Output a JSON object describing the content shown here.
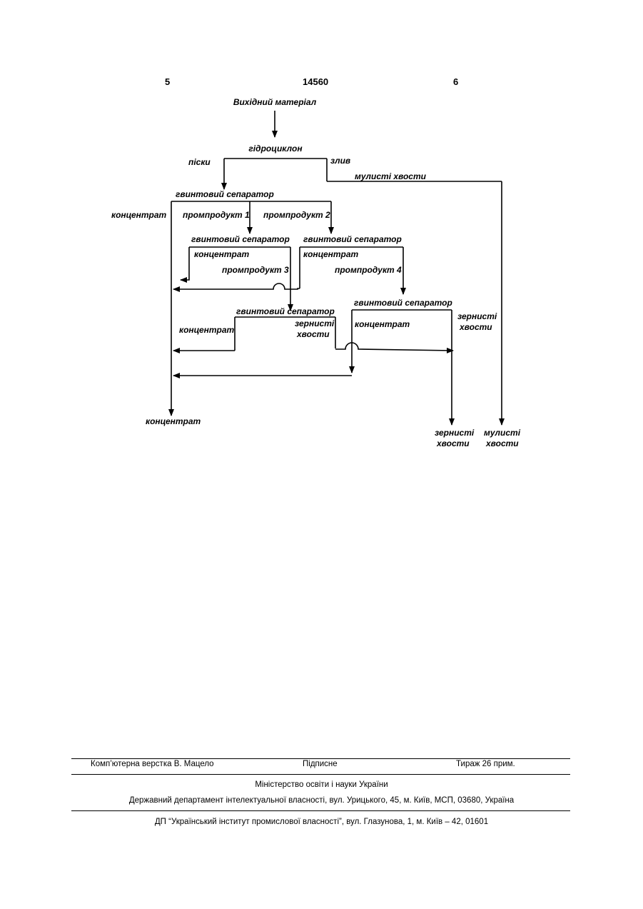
{
  "header": {
    "page_left": "5",
    "patent_number": "14560",
    "page_right": "6"
  },
  "diagram": {
    "source": "Вихідний матеріал",
    "hydrocyclone": "гідроциклон",
    "sands": "піски",
    "overflow": "злив",
    "slime_tails": "мулисті хвости",
    "spiral_1": "гвинтовий сепаратор",
    "concentrate_1": "концентрат",
    "middling_1": "промпродукт 1",
    "middling_2": "промпродукт 2",
    "spiral_2": "гвинтовий сепаратор",
    "spiral_3": "гвинтовий сепаратор",
    "concentrate_2": "концентрат",
    "concentrate_3": "концентрат",
    "middling_3": "промпродукт 3",
    "middling_4": "промпродукт 4",
    "spiral_4": "гвинтовий сепаратор",
    "spiral_5": "гвинтовий сепаратор",
    "concentrate_4": "концентрат",
    "granular_tails_1_line1": "зернисті",
    "granular_tails_1_line2": "хвости",
    "concentrate_5": "концентрат",
    "granular_tails_2_line1": "зернисті",
    "granular_tails_2_line2": "хвости",
    "final_concentrate": "концентрат",
    "final_granular_line1": "зернисті",
    "final_granular_line2": "хвости",
    "final_slime_line1": "мулисті",
    "final_slime_line2": "хвости"
  },
  "footer": {
    "layout": "Комп’ютерна верстка В. Мацело",
    "signed": "Підписне",
    "circulation": "Тираж 26 прим.",
    "ministry": "Міністерство освіти і науки України",
    "department": "Державний департамент інтелектуальної власності, вул. Урицького, 45, м. Київ, МСП, 03680, Україна",
    "institute": "ДП “Український інститут промислової власності”, вул. Глазунова, 1, м. Київ – 42, 01601"
  }
}
